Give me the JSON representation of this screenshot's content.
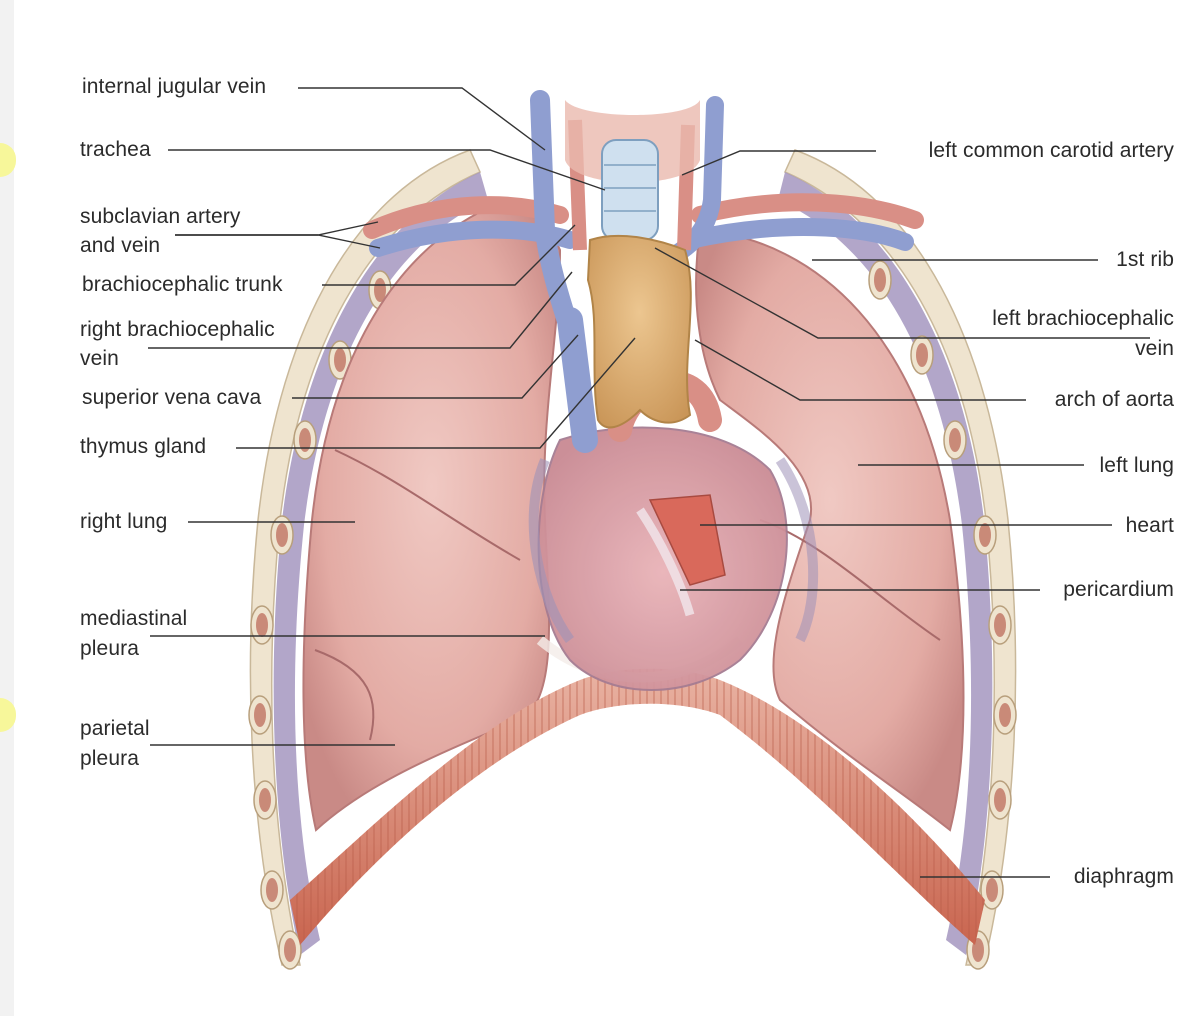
{
  "diagram": {
    "labels_left": [
      {
        "id": "internal-jugular-vein",
        "lines": [
          "internal jugular vein"
        ]
      },
      {
        "id": "trachea",
        "lines": [
          "trachea"
        ]
      },
      {
        "id": "subclavian-artery-and-vein",
        "lines": [
          "subclavian artery",
          "and vein"
        ]
      },
      {
        "id": "brachiocephalic-trunk",
        "lines": [
          "brachiocephalic trunk"
        ]
      },
      {
        "id": "right-brachiocephalic-vein",
        "lines": [
          "right brachiocephalic",
          "vein"
        ]
      },
      {
        "id": "superior-vena-cava",
        "lines": [
          "superior vena cava"
        ]
      },
      {
        "id": "thymus-gland",
        "lines": [
          "thymus gland"
        ]
      },
      {
        "id": "right-lung",
        "lines": [
          "right lung"
        ]
      },
      {
        "id": "mediastinal-pleura",
        "lines": [
          "mediastinal",
          "pleura"
        ]
      },
      {
        "id": "parietal-pleura",
        "lines": [
          "parietal",
          "pleura"
        ]
      }
    ],
    "labels_right": [
      {
        "id": "left-common-carotid-artery",
        "lines": [
          "left common carotid artery"
        ]
      },
      {
        "id": "1st-rib",
        "lines": [
          "1st rib"
        ]
      },
      {
        "id": "left-brachiocephalic-vein",
        "lines": [
          "left brachiocephalic",
          "vein"
        ]
      },
      {
        "id": "arch-of-aorta",
        "lines": [
          "arch of aorta"
        ]
      },
      {
        "id": "left-lung",
        "lines": [
          "left lung"
        ]
      },
      {
        "id": "heart",
        "lines": [
          "heart"
        ]
      },
      {
        "id": "pericardium",
        "lines": [
          "pericardium"
        ]
      },
      {
        "id": "diaphragm",
        "lines": [
          "diaphragm"
        ]
      }
    ]
  },
  "colors": {
    "lung": "#e9b9b2",
    "lung_dark": "#c98c87",
    "vein": "#8f9ed0",
    "artery": "#d98f86",
    "rib": "#e8dcc6",
    "diaphragm": "#d57f6c",
    "thymus": "#ddb27a",
    "pleura": "#9d8fb4",
    "leader": "#333333"
  }
}
